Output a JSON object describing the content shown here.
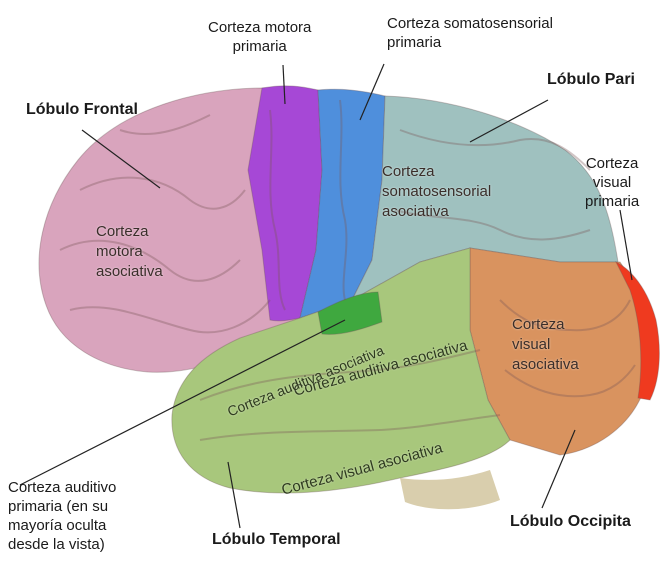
{
  "labels": {
    "frontal_lobe": "Lóbulo Frontal",
    "motor_primary": "Corteza motora\nprimaria",
    "somato_primary": "Corteza somatosensorial\nprimaria",
    "parietal_lobe": "Lóbulo Pari",
    "visual_primary": "Corteza\nvisual\nprimaria",
    "motor_assoc": "Corteza\nmotora\nasociativa",
    "somato_assoc": "Corteza\nsomatosensorial\nasociativa",
    "auditory_assoc": "Corteza auditiva asociativa",
    "visual_assoc_in": "Corteza\nvisual\nasociativa",
    "auditory_assoc_lower": "Corteza auditiva asociativa",
    "visual_assoc_lower": "Corteza visual asociativa",
    "auditory_primary": "Corteza auditivo\nprimaria (en su\nmayoría oculta\ndesde la vista)",
    "temporal_lobe": "Lóbulo Temporal",
    "occipital_lobe": "Lóbulo Occipita"
  },
  "colors": {
    "frontal": "#d9a4bd",
    "motor": "#a648d6",
    "somato": "#4f8fdc",
    "parietal": "#9fc1bf",
    "temporal": "#a8c77c",
    "occipital": "#d9935f",
    "visual_primary": "#ef3a1f",
    "auditory_primary": "#3fa83f"
  }
}
